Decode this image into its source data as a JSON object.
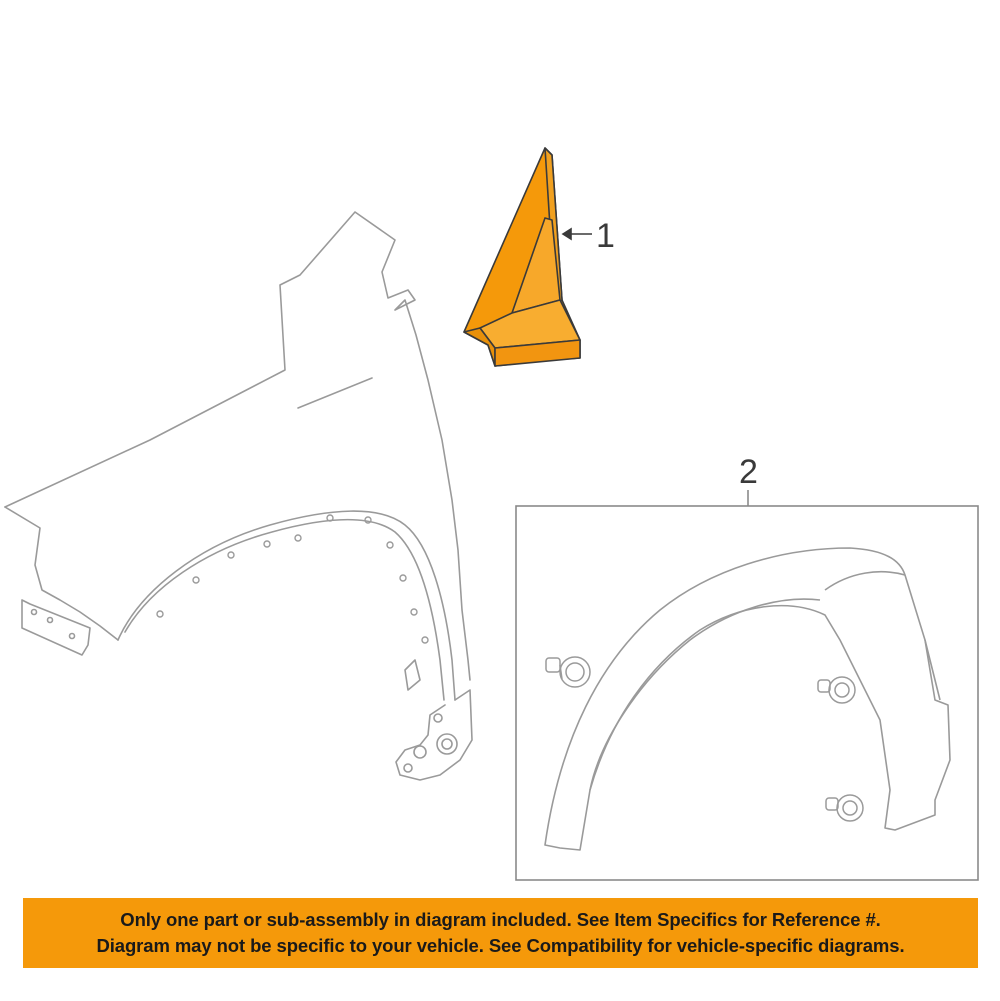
{
  "callouts": {
    "part_1": "1",
    "part_2": "2"
  },
  "parts": [
    {
      "number": "1",
      "name": "fender-garnish-molding",
      "highlight_color": "#f5990a"
    },
    {
      "number": "2",
      "name": "wheel-arch-flare-with-clips"
    }
  ],
  "notice": {
    "line1": "Only one part or sub-assembly in diagram included. See Item Specifics for Reference #.",
    "line2": "Diagram may not be specific to your vehicle. See Compatibility for vehicle-specific diagrams."
  },
  "colors": {
    "highlight": "#f5990a",
    "line": "#9a9a9a",
    "text": "#1a1a1a"
  }
}
